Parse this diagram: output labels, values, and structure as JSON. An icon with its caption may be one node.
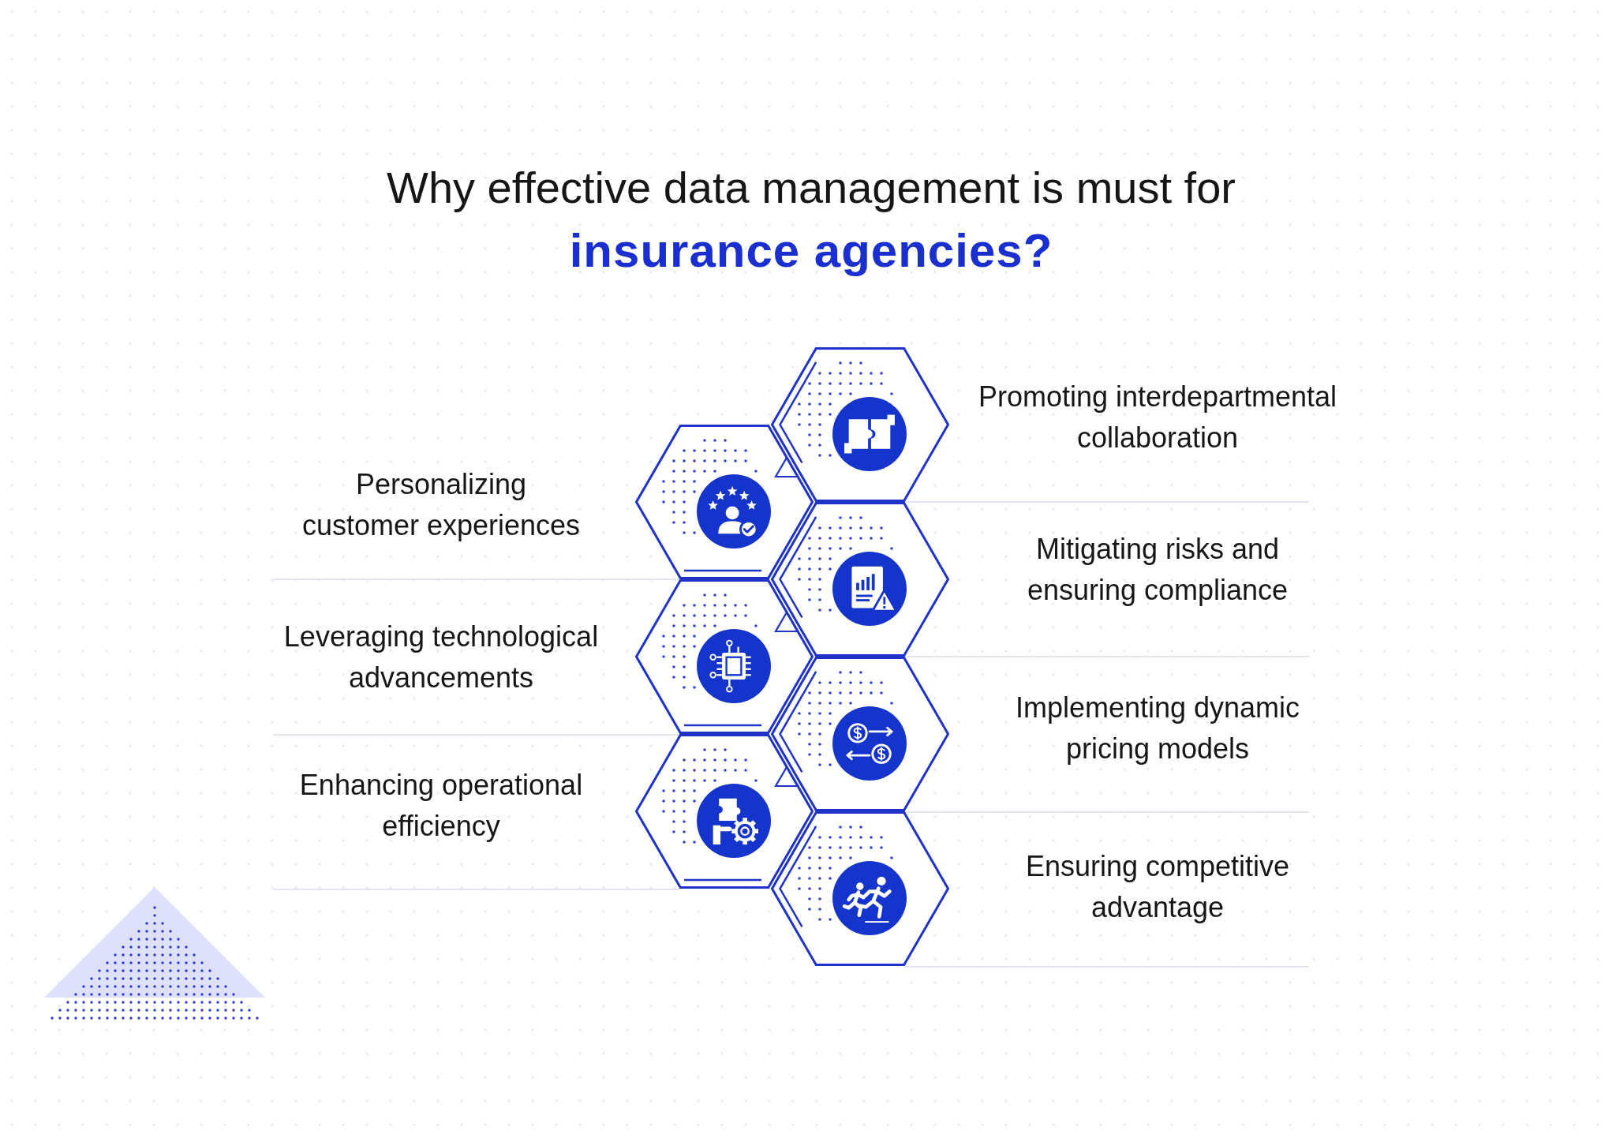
{
  "diagram": {
    "title": "Why effective data management is must for **insurance agencies?**",
    "nodes": [
      {
        "text": [],
        "shape": "hexagon",
        "beside": [
          "Promoting interdepartmental collaboration"
        ]
      },
      {
        "text": [],
        "shape": "hexagon",
        "beside": [
          "Personalizing customer experiences"
        ]
      },
      {
        "text": [],
        "shape": "hexagon",
        "beside": [
          "Mitigating risks and ensuring compliance"
        ]
      },
      {
        "text": [],
        "shape": "hexagon",
        "beside": [
          "Leveraging technological advancements"
        ]
      },
      {
        "text": [],
        "shape": "hexagon",
        "beside": [
          "Implementing dynamic pricing models"
        ]
      },
      {
        "text": [],
        "shape": "hexagon",
        "beside": [
          "Enhancing operational efficiency"
        ]
      },
      {
        "text": [],
        "shape": "hexagon",
        "beside": [
          "Ensuring competitive advantage"
        ]
      }
    ]
  }
}
